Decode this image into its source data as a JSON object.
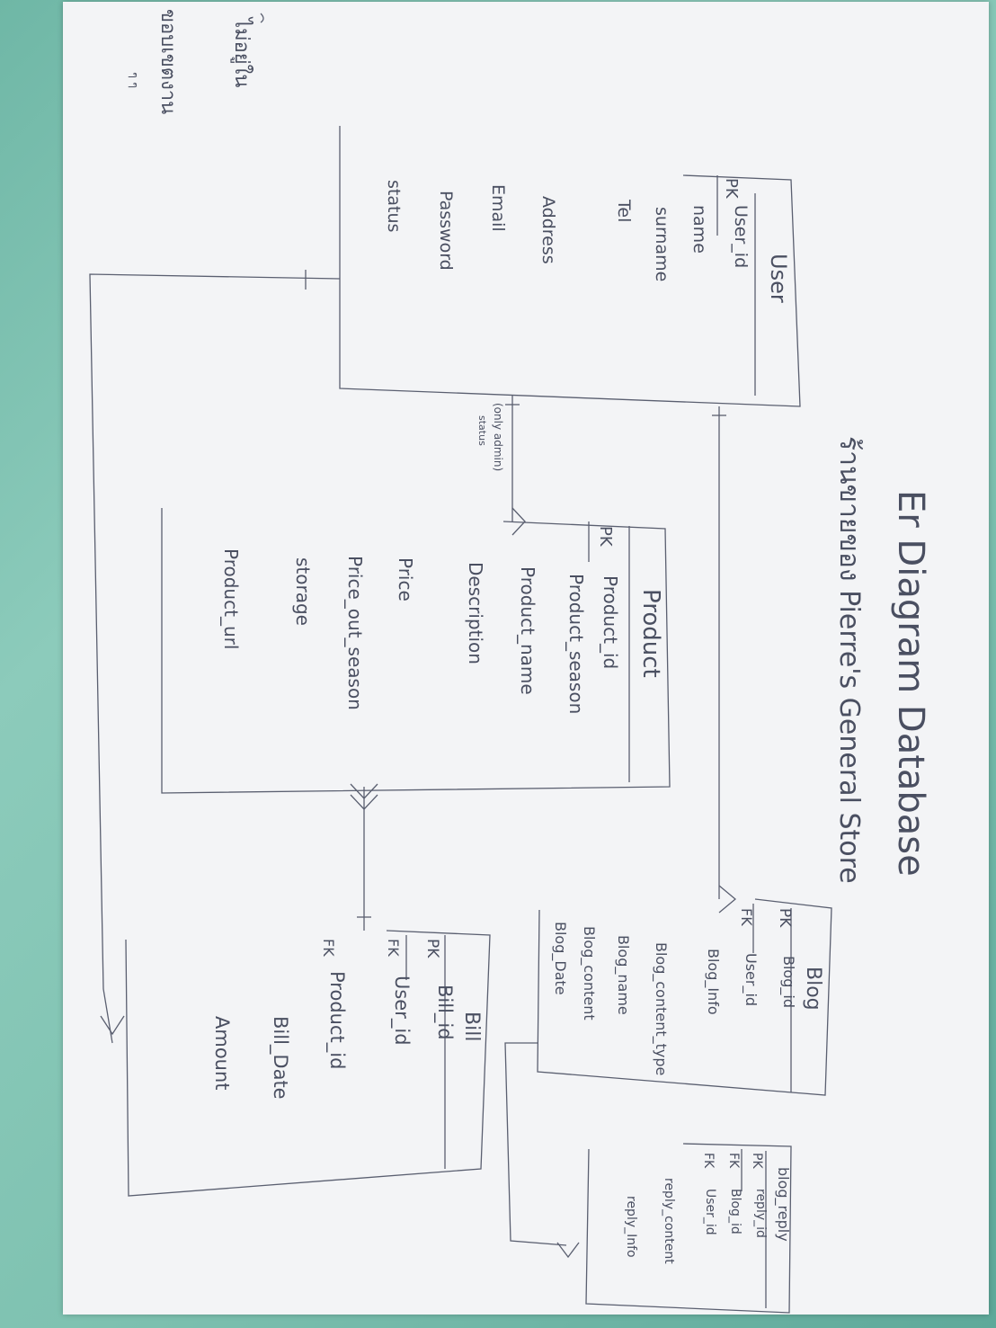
{
  "title": "Er Diagram Database",
  "subtitle": "ร้านขายของ Pierre's General Store",
  "side_note": {
    "line1": "ไม่อยู่ใน",
    "line2": "ขอบเขตงาน",
    "line3": "ๆ ๆ"
  },
  "entities": {
    "user": {
      "name": "User",
      "pk_marker": "PK",
      "fields": [
        "User_id",
        "name",
        "surname",
        "Tel",
        "Address",
        "Email",
        "Password",
        "status"
      ]
    },
    "product": {
      "name": "Product",
      "pk_marker": "PK",
      "fields": [
        "Product_id",
        "Product_season",
        "Product_name",
        "Description",
        "Price",
        "Price_out_season",
        "storage",
        "Product_url"
      ]
    },
    "blog": {
      "name": "Blog",
      "markers": [
        "PK",
        "FK"
      ],
      "fields": [
        "Blog_id",
        "User_id",
        "Blog_Info",
        "Blog_content_type",
        "Blog_name",
        "Blog_content",
        "Blog_Date"
      ]
    },
    "bill": {
      "name": "Bill",
      "markers": [
        "PK",
        "FK",
        "FK"
      ],
      "fields": [
        "Bill_id",
        "User_id",
        "Product_id",
        "Bill_Date",
        "Amount"
      ]
    },
    "blog_reply": {
      "name": "blog_reply",
      "markers": [
        "PK",
        "FK",
        "FK"
      ],
      "fields": [
        "reply_id",
        "Blog_id",
        "User_id",
        "reply_content",
        "reply_Info"
      ]
    }
  },
  "relationship_note": {
    "line1": "(only admin)",
    "line2": "status"
  }
}
